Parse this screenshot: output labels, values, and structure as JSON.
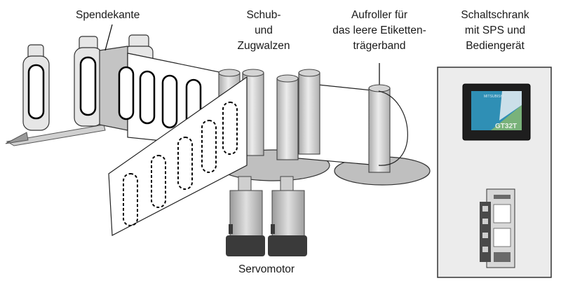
{
  "labels": {
    "dispensing_edge": "Spendekante",
    "rollers": [
      "Schub-",
      "und",
      "Zugwalzen"
    ],
    "rewinder": [
      "Aufroller für",
      "das leere Etiketten-",
      "trägerband"
    ],
    "cabinet": [
      "Schaltschrank",
      "mit SPS und",
      "Bediengerät"
    ],
    "servomotor": "Servomotor"
  },
  "hmi": {
    "model": "GT32T"
  },
  "colors": {
    "cabinet_bg": "#ececec",
    "cabinet_border": "#333333",
    "roller_fill": "#d9d9d9",
    "plate_fill": "#bfbfbf",
    "bottle_fill": "#e6e6e6",
    "hmi_screen": "#2f8fb5",
    "hmi_green": "#79b27a",
    "motor_gear": "#3a3a3a"
  }
}
